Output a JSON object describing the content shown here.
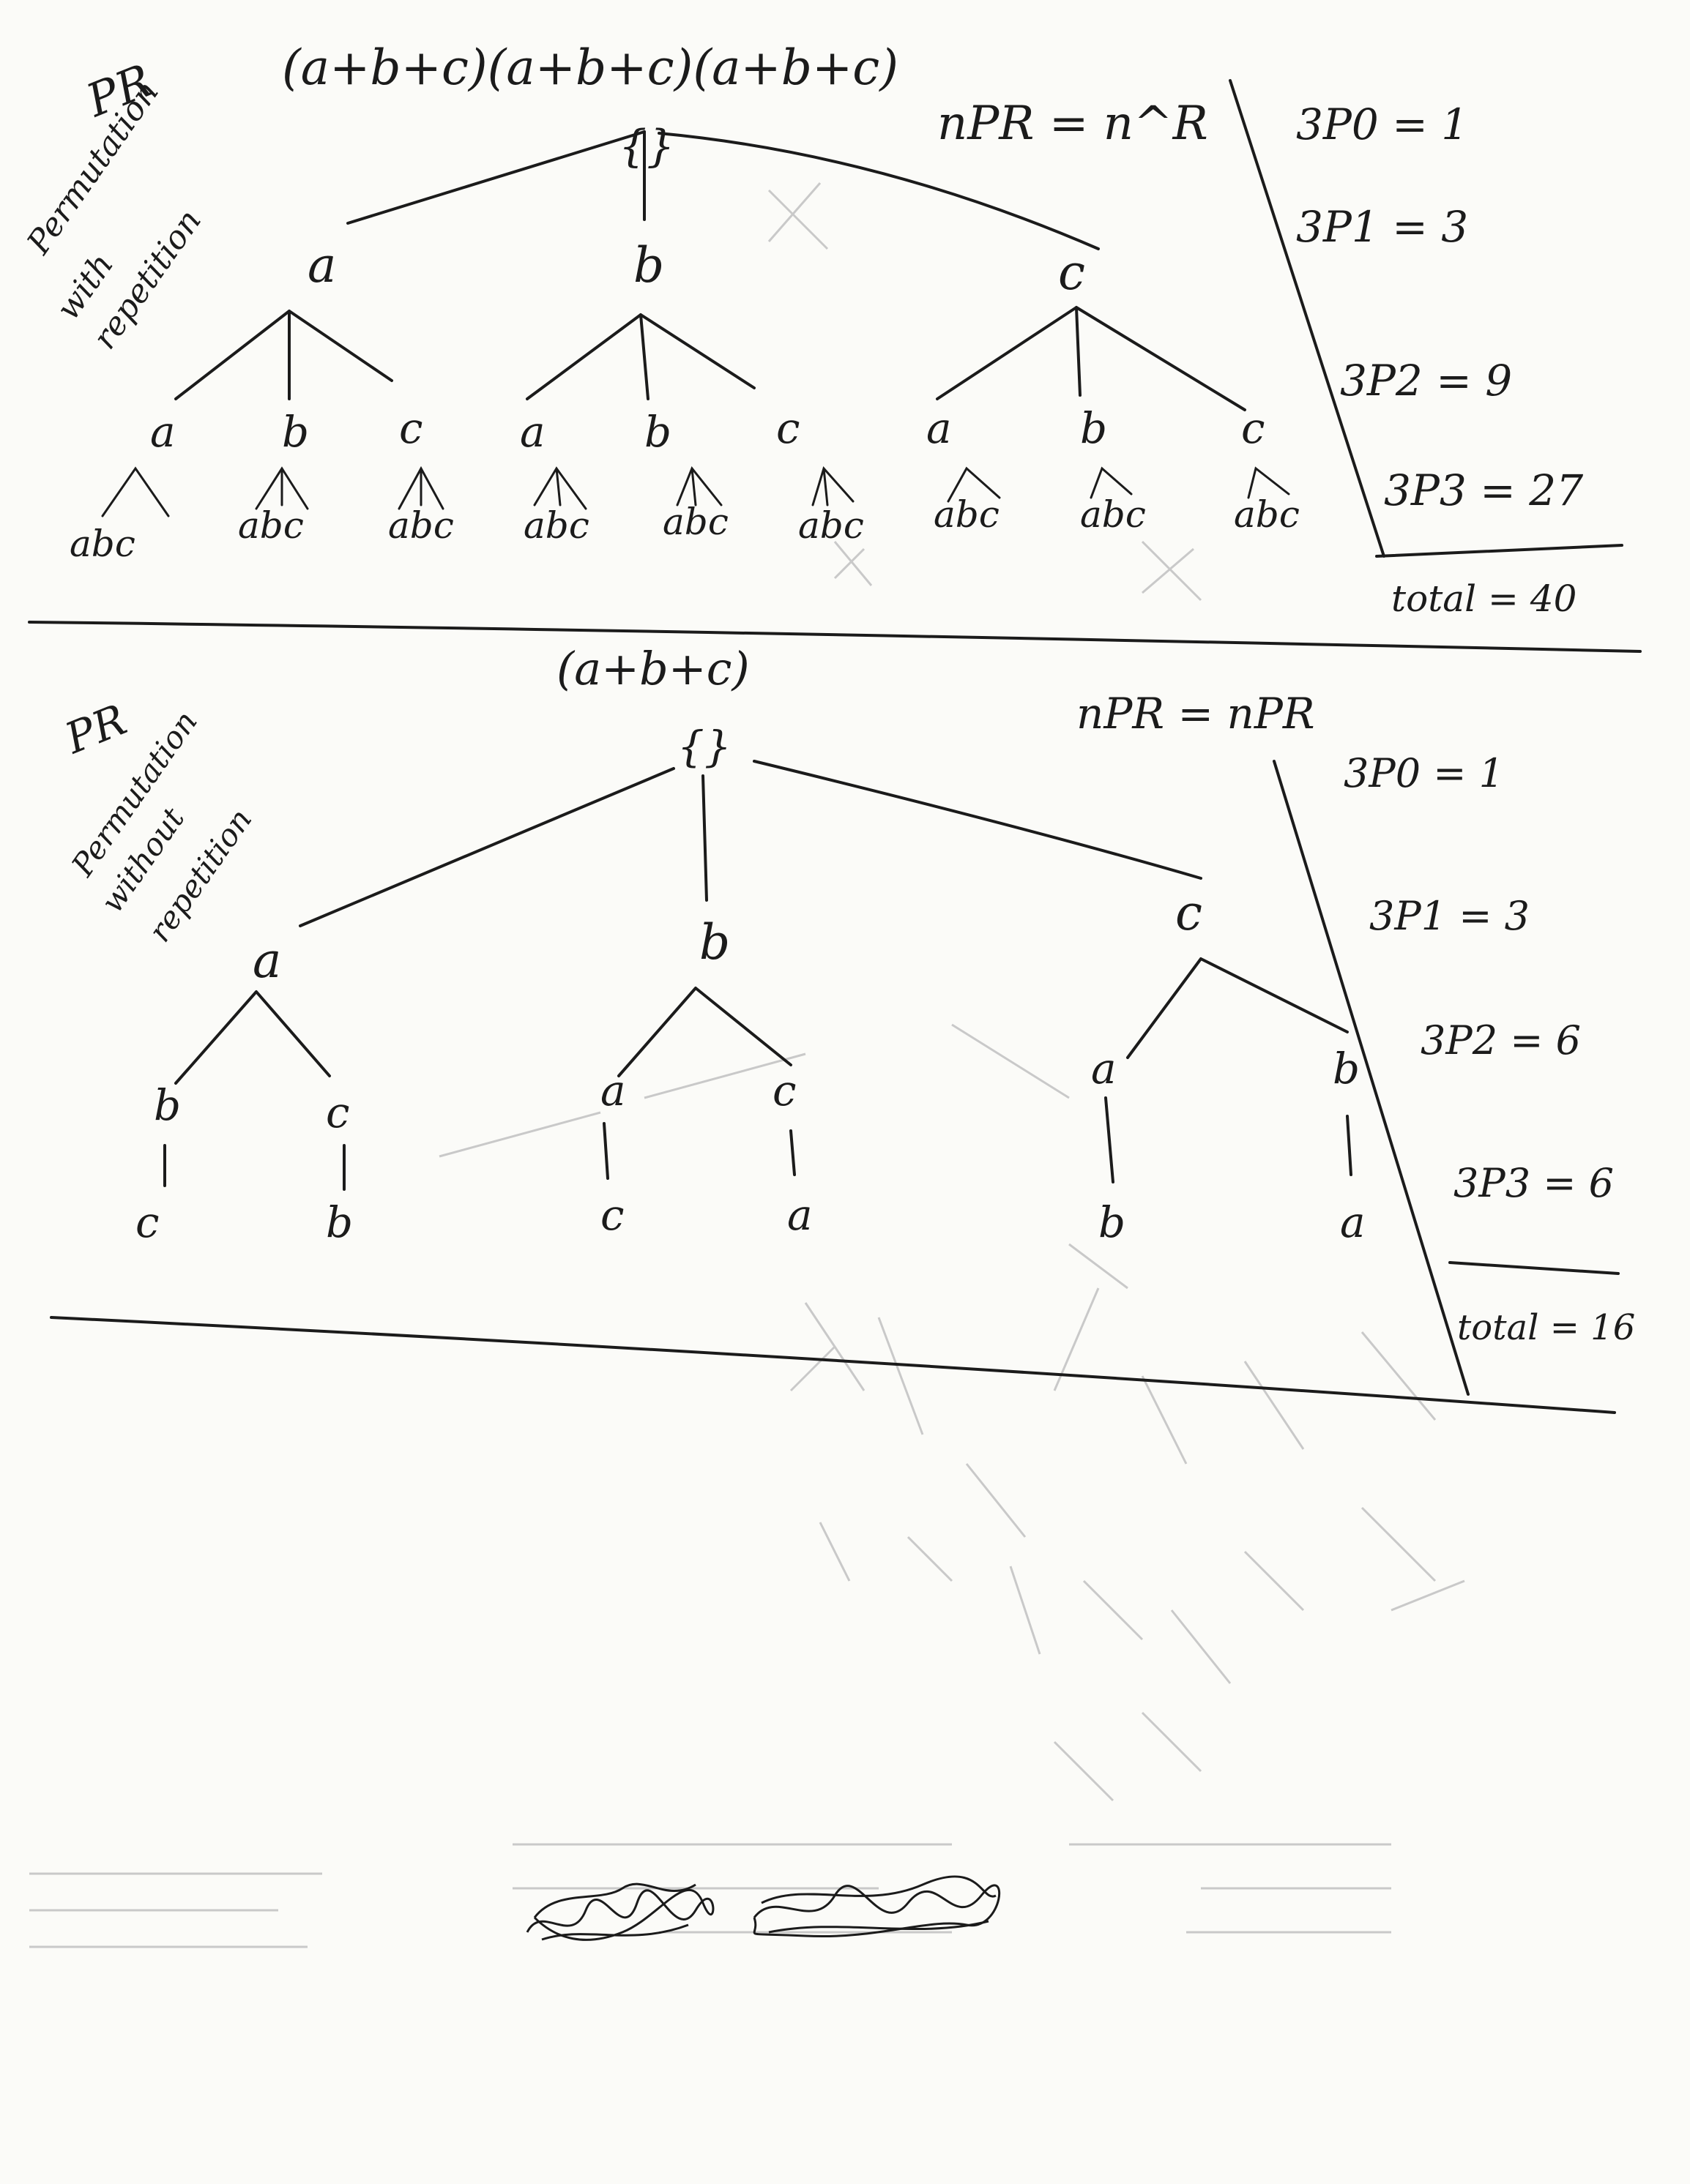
{
  "section1": {
    "symbol": "PR",
    "caption_line1": "Permutation",
    "caption_line2": "with",
    "caption_line3": "repetition",
    "expression": "(a+b+c)(a+b+c)(a+b+c)",
    "formula": "nPR = n^R",
    "root": "{}",
    "level1": [
      "a",
      "b",
      "c"
    ],
    "level2": [
      "a",
      "b",
      "c",
      "a",
      "b",
      "c",
      "a",
      "b",
      "c"
    ],
    "leaf_group": "abc",
    "counts": [
      "3P0 = 1",
      "3P1 = 3",
      "3P2 = 9",
      "3P3 = 27"
    ],
    "total": "total = 40"
  },
  "section2": {
    "symbol": "PR",
    "caption_line1": "Permutation",
    "caption_line2": "without",
    "caption_line3": "repetition",
    "expression": "(a+b+c)",
    "formula": "nPR = nPR",
    "root": "{}",
    "level1": [
      "a",
      "b",
      "c"
    ],
    "level2": [
      "b",
      "c",
      "a",
      "c",
      "a",
      "b"
    ],
    "level3": [
      "c",
      "b",
      "c",
      "a",
      "b",
      "a"
    ],
    "counts": [
      "3P0 = 1",
      "3P1 = 3",
      "3P2 = 6",
      "3P3 = 6"
    ],
    "total": "total = 16"
  }
}
